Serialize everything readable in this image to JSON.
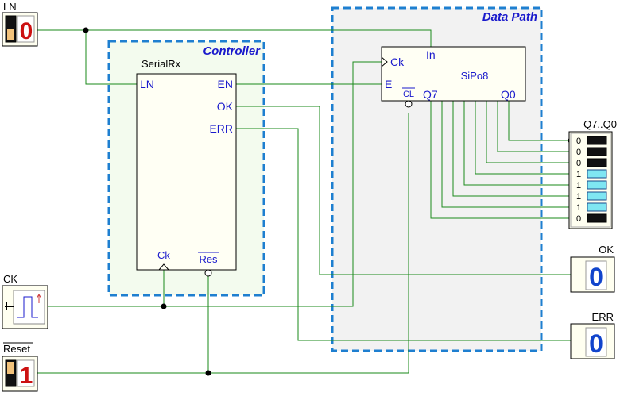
{
  "inputs": {
    "ln": {
      "label": "LN",
      "value": "0"
    },
    "ck": {
      "label": "CK"
    },
    "reset": {
      "label": "Reset",
      "value": "1"
    }
  },
  "controller": {
    "title": "Controller",
    "block_name": "SerialRx",
    "pins": {
      "ln": "LN",
      "en": "EN",
      "ok": "OK",
      "err": "ERR",
      "ck": "Ck",
      "res": "Res"
    }
  },
  "datapath": {
    "title": "Data Path",
    "block_name": "SiPo8",
    "pins": {
      "ck": "Ck",
      "in": "In",
      "e": "E",
      "cl": "CL",
      "q7": "Q7",
      "q0": "Q0"
    }
  },
  "outputs": {
    "bus": {
      "label": "Q7..Q0",
      "bits": [
        "0",
        "0",
        "0",
        "1",
        "1",
        "1",
        "1",
        "0"
      ]
    },
    "ok": {
      "label": "OK",
      "value": "0"
    },
    "err": {
      "label": "ERR",
      "value": "0"
    }
  },
  "colors": {
    "wire": "#1a8a1a",
    "pin_text": "#1a1acc",
    "box_fill": "#fffff4",
    "dash": "#1e7fd0"
  }
}
